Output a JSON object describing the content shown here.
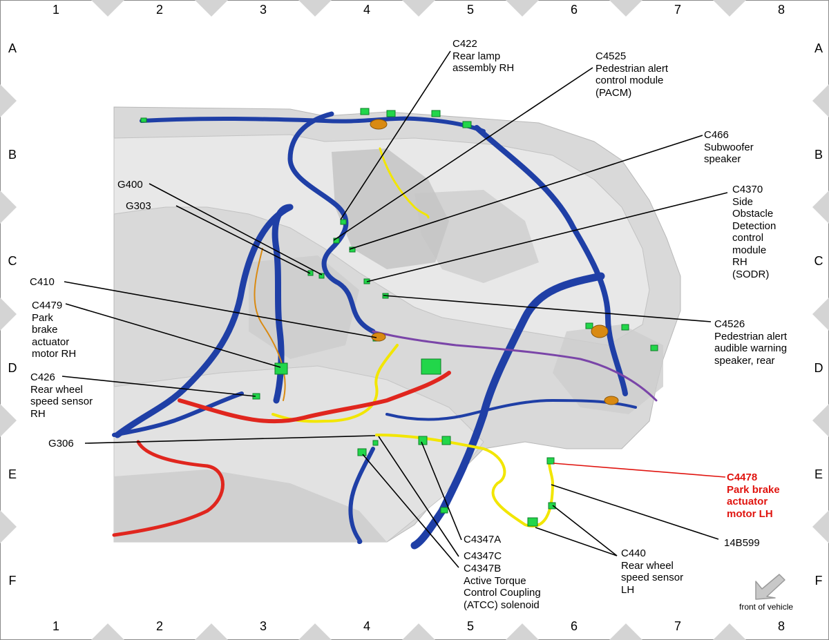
{
  "grid": {
    "columns": [
      "1",
      "2",
      "3",
      "4",
      "5",
      "6",
      "7",
      "8"
    ],
    "rows": [
      "A",
      "B",
      "C",
      "D",
      "E",
      "F"
    ]
  },
  "callouts": [
    {
      "id": "c422",
      "text": "C422\nRear lamp\nassembly RH",
      "highlight": false
    },
    {
      "id": "c4525",
      "text": "C4525\nPedestrian alert\ncontrol module\n(PACM)",
      "highlight": false
    },
    {
      "id": "c466",
      "text": "C466\nSubwoofer\nspeaker",
      "highlight": false
    },
    {
      "id": "c4370",
      "text": "C4370\nSide\nObstacle\nDetection\ncontrol\nmodule\nRH\n(SODR)",
      "highlight": false
    },
    {
      "id": "g400",
      "text": "G400",
      "highlight": false
    },
    {
      "id": "g303",
      "text": "G303",
      "highlight": false
    },
    {
      "id": "c410",
      "text": "C410",
      "highlight": false
    },
    {
      "id": "c4479",
      "text": "C4479\nPark\nbrake\nactuator\nmotor RH",
      "highlight": false
    },
    {
      "id": "c4526",
      "text": "C4526\nPedestrian alert\naudible warning\nspeaker, rear",
      "highlight": false
    },
    {
      "id": "c426",
      "text": "C426\nRear wheel\nspeed sensor\nRH",
      "highlight": false
    },
    {
      "id": "g306",
      "text": "G306",
      "highlight": false
    },
    {
      "id": "c4478",
      "text": "C4478\nPark brake\nactuator\nmotor LH",
      "highlight": true
    },
    {
      "id": "b14599",
      "text": "14B599",
      "highlight": false
    },
    {
      "id": "c4347a",
      "text": "C4347A",
      "highlight": false
    },
    {
      "id": "c4347c",
      "text": "C4347C",
      "highlight": false
    },
    {
      "id": "c4347b",
      "text": "C4347B\nActive Torque\nControl Coupling\n(ATCC) solenoid",
      "highlight": false
    },
    {
      "id": "c440",
      "text": "C440\nRear wheel\nspeed sensor\nLH",
      "highlight": false
    }
  ],
  "orientation": {
    "label": "front of vehicle",
    "icon": "arrow-icon"
  },
  "colors": {
    "harness_main": "#1f3fa6",
    "harness_yellow": "#f2e600",
    "harness_red": "#e0261e",
    "harness_purple": "#7a45a8",
    "harness_orange": "#d98a12",
    "connector": "#22d64a",
    "highlight_text": "#e0140f",
    "body_gray": "#cfcfcf",
    "frame_diamond": "#d4d4d4"
  }
}
